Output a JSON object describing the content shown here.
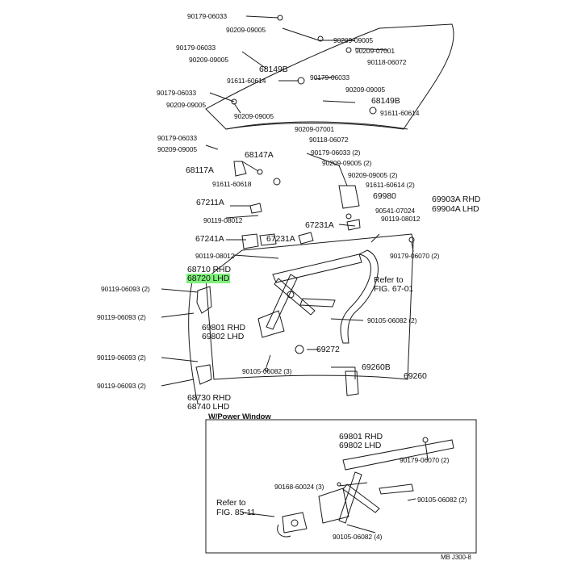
{
  "highlight_color": "#7ef07a",
  "line_color": "#1a1a1a",
  "labels": [
    {
      "id": "l1",
      "text": "90179-06033"
    },
    {
      "id": "l2",
      "text": "90209-09005"
    },
    {
      "id": "l3",
      "text": "90209-09005"
    },
    {
      "id": "l4",
      "text": "90179-06033"
    },
    {
      "id": "l5",
      "text": "90209-07001"
    },
    {
      "id": "l6",
      "text": "90209-09005"
    },
    {
      "id": "l7",
      "text": "90118-06072"
    },
    {
      "id": "l8",
      "text": "68149B"
    },
    {
      "id": "l9",
      "text": "90179-06033"
    },
    {
      "id": "l10",
      "text": "91611-60614"
    },
    {
      "id": "l11",
      "text": "90209-09005"
    },
    {
      "id": "l12",
      "text": "90179-06033"
    },
    {
      "id": "l13",
      "text": "68149B"
    },
    {
      "id": "l14",
      "text": "90209-09005"
    },
    {
      "id": "l15",
      "text": "90209-09005"
    },
    {
      "id": "l16",
      "text": "91611-60614"
    },
    {
      "id": "l17",
      "text": "90209-07001"
    },
    {
      "id": "l18",
      "text": "90179-06033"
    },
    {
      "id": "l19",
      "text": "90118-06072"
    },
    {
      "id": "l20",
      "text": "90209-09005"
    },
    {
      "id": "l21",
      "text": "68147A"
    },
    {
      "id": "l22",
      "text": "90179-06033 (2)"
    },
    {
      "id": "l23",
      "text": "90209-09005 (2)"
    },
    {
      "id": "l24",
      "text": "68117A"
    },
    {
      "id": "l25",
      "text": "90209-09005 (2)"
    },
    {
      "id": "l26",
      "text": "91611-60618"
    },
    {
      "id": "l27",
      "text": "91611-60614 (2)"
    },
    {
      "id": "l28",
      "text": "67211A"
    },
    {
      "id": "l29",
      "text": "69980"
    },
    {
      "id": "l30",
      "text": "69903A RHD"
    },
    {
      "id": "l31",
      "text": "69904A LHD"
    },
    {
      "id": "l32",
      "text": "90119-08012"
    },
    {
      "id": "l33",
      "text": "90541-07024"
    },
    {
      "id": "l34",
      "text": "90119-08012"
    },
    {
      "id": "l35",
      "text": "67231A"
    },
    {
      "id": "l36",
      "text": "67241A"
    },
    {
      "id": "l37",
      "text": "67231A"
    },
    {
      "id": "l38",
      "text": "90119-08012"
    },
    {
      "id": "l39",
      "text": "90179-06070 (2)"
    },
    {
      "id": "l40",
      "text": "68710 RHD"
    },
    {
      "id": "l41",
      "text": "68720 LHD",
      "highlight": true
    },
    {
      "id": "l42",
      "text": "Refer to"
    },
    {
      "id": "l43",
      "text": "FIG. 67-01"
    },
    {
      "id": "l44",
      "text": "90119-06093 (2)"
    },
    {
      "id": "l45",
      "text": "90119-06093 (2)"
    },
    {
      "id": "l46",
      "text": "69801 RHD"
    },
    {
      "id": "l47",
      "text": "69802 LHD"
    },
    {
      "id": "l48",
      "text": "90105-06082 (2)"
    },
    {
      "id": "l49",
      "text": "69272"
    },
    {
      "id": "l50",
      "text": "90119-06093 (2)"
    },
    {
      "id": "l51",
      "text": "90105-06082 (3)"
    },
    {
      "id": "l52",
      "text": "69260B"
    },
    {
      "id": "l53",
      "text": "69260"
    },
    {
      "id": "l54",
      "text": "90119-06093 (2)"
    },
    {
      "id": "l55",
      "text": "68730 RHD"
    },
    {
      "id": "l56",
      "text": "68740 LHD"
    },
    {
      "id": "l57",
      "text": "W/Power Window"
    },
    {
      "id": "l58",
      "text": "69801 RHD"
    },
    {
      "id": "l59",
      "text": "69802 LHD"
    },
    {
      "id": "l60",
      "text": "90179-06070 (2)"
    },
    {
      "id": "l61",
      "text": "90168-60024 (3)"
    },
    {
      "id": "l62",
      "text": "Refer to"
    },
    {
      "id": "l63",
      "text": "FIG. 85-11"
    },
    {
      "id": "l64",
      "text": "90105-06082 (2)"
    },
    {
      "id": "l65",
      "text": "90105-06082 (4)"
    },
    {
      "id": "l66",
      "text": "MB J300-8"
    }
  ]
}
